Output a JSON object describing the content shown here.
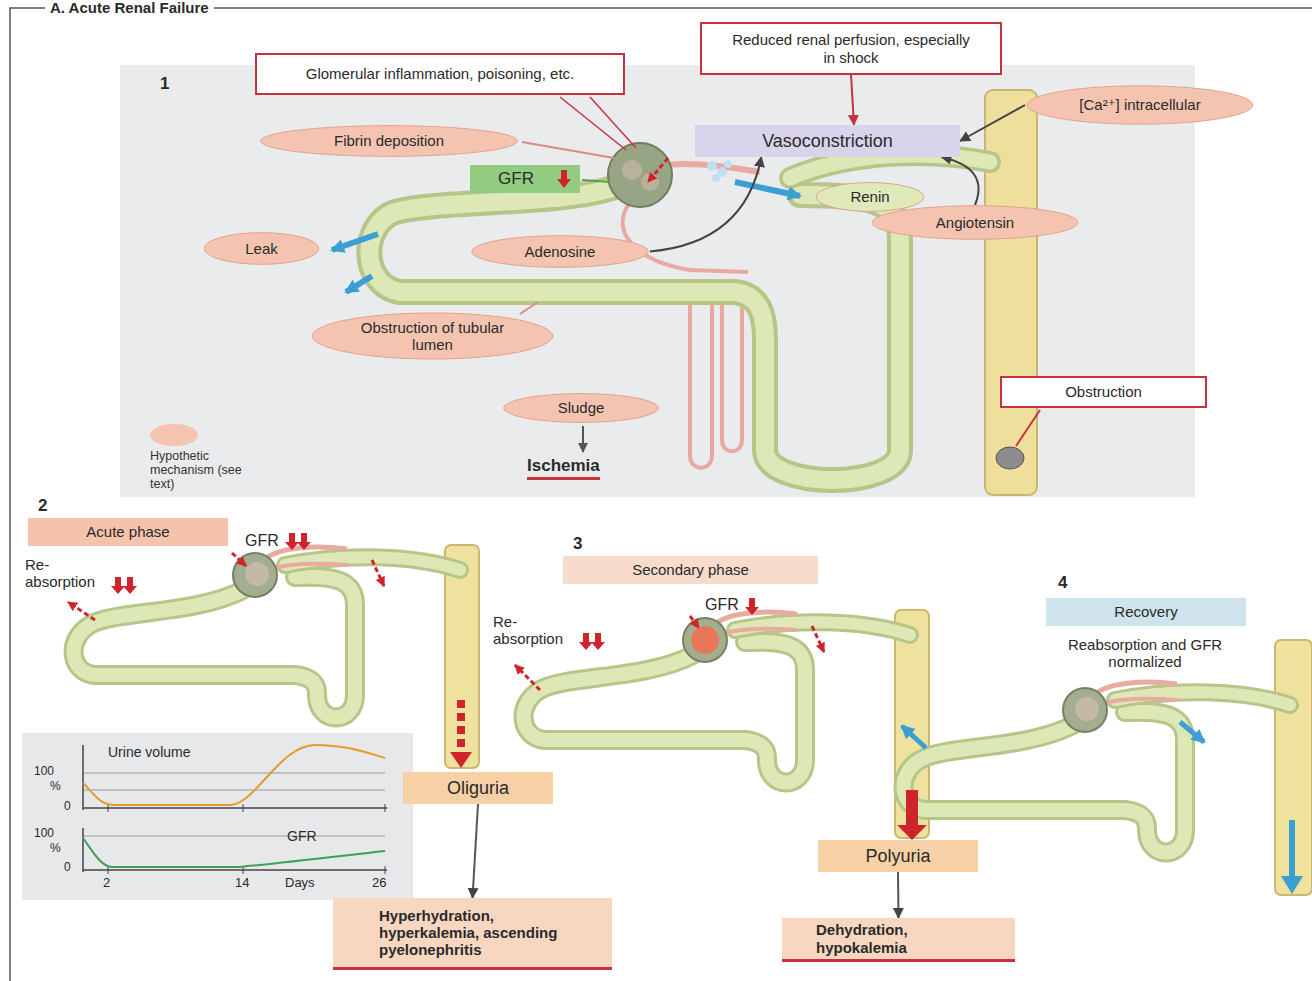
{
  "diagram": {
    "title": "A. Acute Renal Failure",
    "nodes": [
      {
        "text": [
          "Glomerular inflammation, poisoning, etc."
        ]
      },
      {
        "text": [
          "Reduced renal perfusion, especially in shock"
        ]
      },
      {
        "text": [
          "[Ca²⁺] intracellular"
        ]
      },
      {
        "text": [
          "Fibrin deposition"
        ]
      },
      {
        "text": [
          "Vasoconstriction"
        ]
      },
      {
        "text": [
          "GFR"
        ]
      },
      {
        "text": [
          "Renin"
        ]
      },
      {
        "text": [
          "Angiotensin"
        ]
      },
      {
        "text": [
          "Leak"
        ]
      },
      {
        "text": [
          "Adenosine"
        ]
      },
      {
        "text": [
          "Obstruction of tubular lumen"
        ]
      },
      {
        "text": [
          "Sludge"
        ]
      },
      {
        "text": [
          "Obstruction"
        ]
      },
      {
        "text": [
          "Acute phase"
        ]
      },
      {
        "text": [
          "Secondary phase"
        ]
      },
      {
        "text": [
          "Recovery"
        ]
      },
      {
        "text": [
          "Oliguria"
        ]
      },
      {
        "text": [
          "Polyuria"
        ]
      },
      {
        "text": [
          "Hyperhydration, hyperkalemia, ascending pyelonephritis"
        ]
      },
      {
        "text": [
          "Dehydration, hypokalemia"
        ]
      }
    ],
    "edges": [
      {
        "from": 1,
        "to": 4,
        "arrow": "to"
      },
      {
        "from": 2,
        "to": 4,
        "arrow": "to"
      },
      {
        "from": 7,
        "to": 4,
        "arrow": "to"
      },
      {
        "from": 9,
        "to": 4,
        "arrow": "to"
      },
      {
        "from": 16,
        "to": 18,
        "arrow": "to"
      },
      {
        "from": 17,
        "to": 19,
        "arrow": "to"
      }
    ],
    "labels": [
      "1",
      "Ischemia",
      "2",
      "GFR",
      "Re- absorption",
      "3",
      "GFR",
      "Re- absorption",
      "4",
      "Reabsorption and GFR normalized",
      "Urine volume",
      "100",
      "%",
      "0",
      "100",
      "%",
      "0",
      "GFR",
      "2",
      "14",
      "Days",
      "26"
    ],
    "legend": [
      {
        "text": "Hypothetic mechanism (see text)",
        "color": "#f4c4b0"
      }
    ]
  }
}
